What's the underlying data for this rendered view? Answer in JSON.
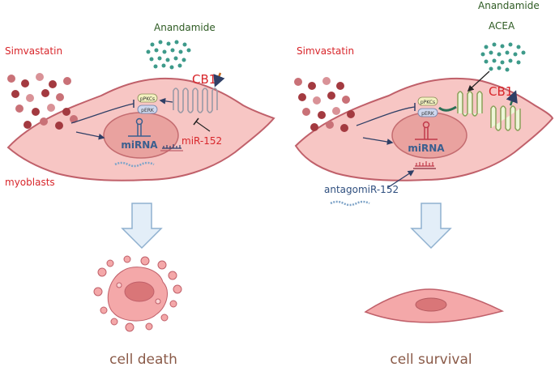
{
  "left_panel": {
    "simvastatin_label": "Simvastatin",
    "anandamide_label": "Anandamide",
    "cb1_label": "CB1",
    "mirna_label": "miRNA",
    "mir152_label": "miR-152",
    "pkc_label": "pPKCs",
    "erk_label": "pERK",
    "cell_label": "myoblasts",
    "outcome_label": "cell death"
  },
  "right_panel": {
    "simvastatin_label": "Simvastatin",
    "anandamide_label": "Anandamide",
    "acea_label": "ACEA",
    "cb1_label": "CB1",
    "mirna_label": "miRNA",
    "pkc_label": "pPKCs",
    "erk_label": "pERK",
    "antagomir_label": "antagomiR-152",
    "outcome_label": "cell survival"
  },
  "colors": {
    "drug_red": "#d8262b",
    "ligand_green": "#2e5b23",
    "cell_fill": "#f7c6c4",
    "cell_outline": "#c0606a",
    "nucleus_fill": "#e9a29f",
    "mirna_text": "#3a5f8f",
    "arrow_fill": "#e3eef8",
    "arrow_stroke": "#8fb0cf",
    "outcome_text": "#8a5a48",
    "cb1_up_arrow": "#2c6f55",
    "cb1_down_arrow": "#c56a1e",
    "dots_teal": "#3d9a8a",
    "dots_red": "#a33a40"
  }
}
